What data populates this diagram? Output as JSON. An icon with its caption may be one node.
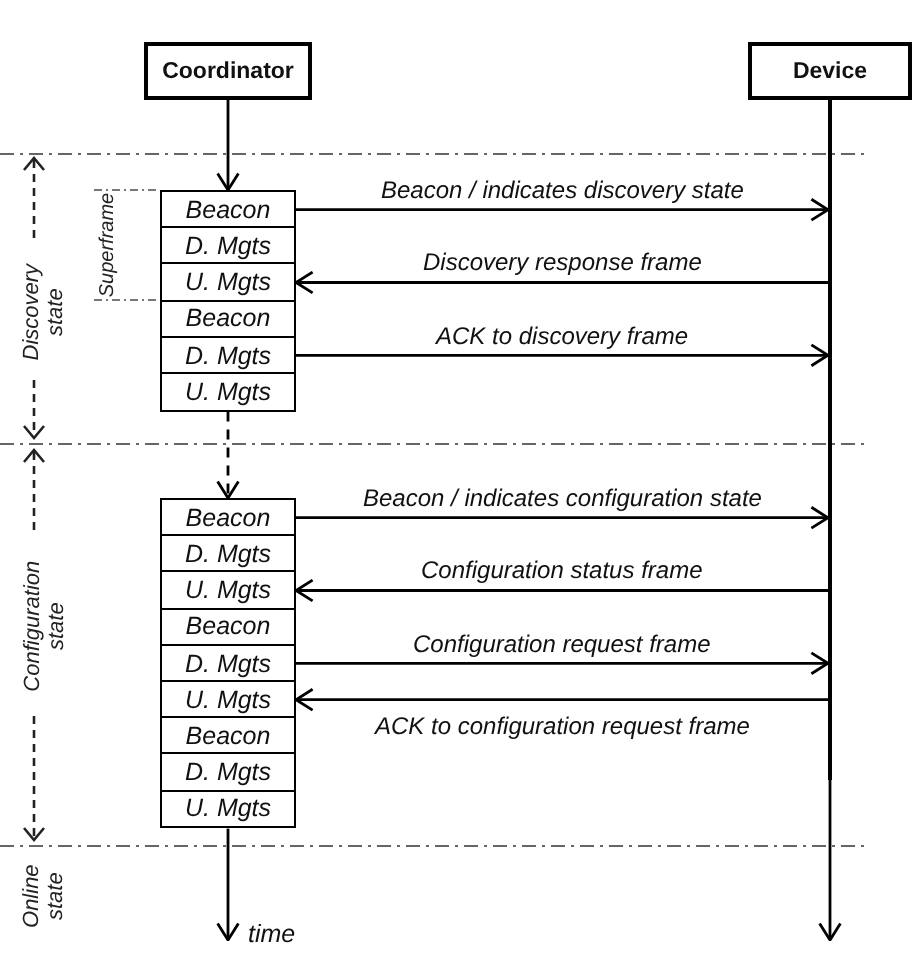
{
  "diagram": {
    "nodes": [
      {
        "text": [
          "Coordinator"
        ]
      },
      {
        "text": [
          "Device"
        ]
      },
      {
        "text": [],
        "shape": "line"
      },
      {
        "text": [
          "Beacon"
        ]
      },
      {
        "text": [
          "D. Mgts"
        ]
      },
      {
        "text": [
          "U. Mgts"
        ]
      },
      {
        "text": [
          "Beacon"
        ]
      },
      {
        "text": [
          "D. Mgts"
        ]
      },
      {
        "text": [
          "U. Mgts"
        ]
      },
      {
        "text": [
          "Beacon"
        ]
      },
      {
        "text": [
          "D. Mgts"
        ]
      },
      {
        "text": [
          "U. Mgts"
        ]
      },
      {
        "text": [
          "Beacon"
        ]
      },
      {
        "text": [
          "D. Mgts"
        ]
      },
      {
        "text": [
          "U. Mgts"
        ]
      },
      {
        "text": [
          "Beacon"
        ]
      },
      {
        "text": [
          "D. Mgts"
        ]
      },
      {
        "text": [
          "U. Mgts"
        ]
      },
      {
        "text": [
          "time"
        ]
      }
    ],
    "edges": [
      {
        "from": 0,
        "to": 3,
        "arrow": "to"
      },
      {
        "from": 3,
        "to": 2,
        "arrow": "to",
        "label": "Beacon / indicates discovery state"
      },
      {
        "from": 2,
        "to": 5,
        "arrow": "to",
        "label": "Discovery response frame"
      },
      {
        "from": 7,
        "to": 2,
        "arrow": "to",
        "label": "ACK to discovery frame"
      },
      {
        "from": 8,
        "to": 9,
        "arrow": "to",
        "style": "dashed"
      },
      {
        "from": 9,
        "to": 2,
        "arrow": "to",
        "label": "Beacon / indicates configuration state"
      },
      {
        "from": 2,
        "to": 11,
        "arrow": "to",
        "label": "Configuration status frame"
      },
      {
        "from": 13,
        "to": 2,
        "arrow": "to",
        "label": "Configuration request frame"
      },
      {
        "from": 2,
        "to": 14,
        "arrow": "to",
        "label": "ACK to configuration request frame"
      },
      {
        "from": 17,
        "to": 18,
        "arrow": "to"
      },
      {
        "from": 2,
        "to": null,
        "arrow": "to"
      }
    ],
    "labels": [
      "Discovery state",
      "Superframe",
      "Configuration state",
      "Online state"
    ]
  }
}
